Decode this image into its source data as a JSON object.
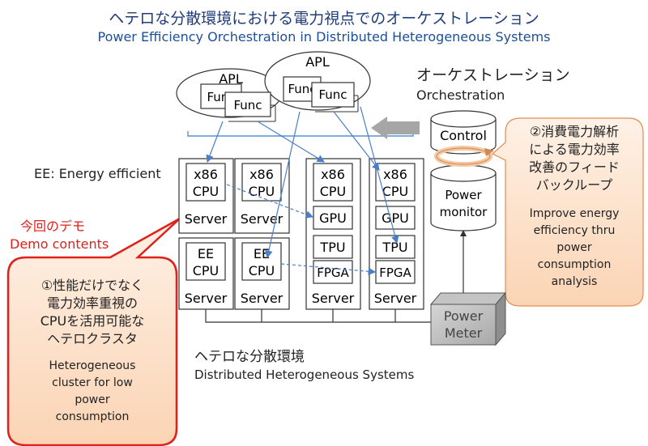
{
  "title": {
    "jp": "ヘテロな分散環境における電力視点でのオーケストレーション",
    "en": "Power Efficiency Orchestration in Distributed Heterogeneous Systems"
  },
  "apps": {
    "apl_left": "APL",
    "apl_right": "APL",
    "func_left_back": "Func",
    "func_left_front": "Func",
    "func_right_back": "Func",
    "func_right_front": "Func"
  },
  "orchestration": {
    "jp": "オーケストレーション",
    "en": "Orchestration",
    "control": "Control",
    "power_monitor_1": "Power",
    "power_monitor_2": "monitor"
  },
  "feedback_note": {
    "jp_lines": [
      "②消費電力解析",
      "による電力効率",
      "改善のフィード",
      "バックループ"
    ],
    "en_lines": [
      "Improve energy",
      "efficiency thru",
      "power",
      "consumption",
      "analysis"
    ]
  },
  "ee_label": "EE: Energy efficient",
  "demo": {
    "jp": "今回のデモ",
    "en": "Demo contents"
  },
  "cluster_note": {
    "jp_lines": [
      "①性能だけでなく",
      "電力効率重視の",
      "CPUを活用可能な",
      "ヘテロクラスタ"
    ],
    "en_lines": [
      "Heterogeneous",
      "cluster for low",
      "power",
      "consumption"
    ]
  },
  "servers": {
    "s1": {
      "cpu_top": "x86",
      "cpu_bottom": "CPU",
      "label": "Server"
    },
    "s2": {
      "cpu_top": "x86",
      "cpu_bottom": "CPU",
      "label": "Server"
    },
    "s3": {
      "cpu_top": "x86",
      "cpu_bottom": "CPU",
      "acc": "GPU"
    },
    "s4": {
      "cpu_top": "x86",
      "cpu_bottom": "CPU",
      "acc": "GPU"
    },
    "s5": {
      "cpu_top": "EE",
      "cpu_bottom": "CPU",
      "label": "Server"
    },
    "s6": {
      "cpu_top": "EE",
      "cpu_bottom": "CPU",
      "label": "Server"
    },
    "s7": {
      "tpu": "TPU",
      "fpga": "FPGA",
      "label": "Server"
    },
    "s8": {
      "tpu": "TPU",
      "fpga": "FPGA",
      "label": "Server"
    }
  },
  "power_meter": {
    "line1": "Power",
    "line2": "Meter"
  },
  "distributed": {
    "jp": "ヘテロな分散環境",
    "en": "Distributed Heterogeneous Systems"
  },
  "colors": {
    "title_blue": "#1e3d7a",
    "accent_red": "#e0201a",
    "note_fill": "#fde4cf",
    "arrow_blue": "#4a7ec9"
  }
}
